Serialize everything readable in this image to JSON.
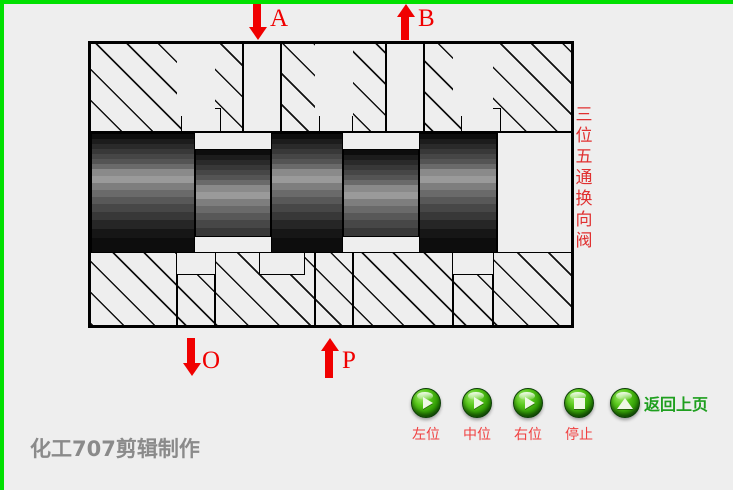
{
  "frame": {
    "accent_color": "#00e000",
    "background": "#eeeeee"
  },
  "diagram": {
    "title_vertical": "三位五通换向阀",
    "title_vertical_chars": [
      "三",
      "位",
      "五",
      "通",
      "换",
      "向",
      "阀"
    ],
    "title_color": "#e03030",
    "ports": [
      {
        "id": "A",
        "label": "A",
        "direction": "down",
        "position": "top-left"
      },
      {
        "id": "B",
        "label": "B",
        "direction": "up",
        "position": "top-right"
      },
      {
        "id": "O",
        "label": "O",
        "direction": "down",
        "position": "bottom-left"
      },
      {
        "id": "P",
        "label": "P",
        "direction": "up",
        "position": "bottom-right"
      }
    ],
    "port_label_color": "#f00000",
    "spool_name": "valve-spool",
    "housing_name": "valve-housing"
  },
  "controls": {
    "buttons": [
      {
        "label": "左位",
        "icon": "play-icon",
        "name": "left-position-button"
      },
      {
        "label": "中位",
        "icon": "play-icon",
        "name": "center-position-button"
      },
      {
        "label": "右位",
        "icon": "play-icon",
        "name": "right-position-button"
      },
      {
        "label": "停止",
        "icon": "stop-icon",
        "name": "stop-button"
      }
    ],
    "return_button": {
      "label": "返回上页",
      "icon": "up-triangle-icon"
    },
    "label_color": "#f04040",
    "return_label_color": "#1f9f1f"
  },
  "watermark": {
    "text": "化工707剪辑制作",
    "color": "#8a8a8a"
  }
}
